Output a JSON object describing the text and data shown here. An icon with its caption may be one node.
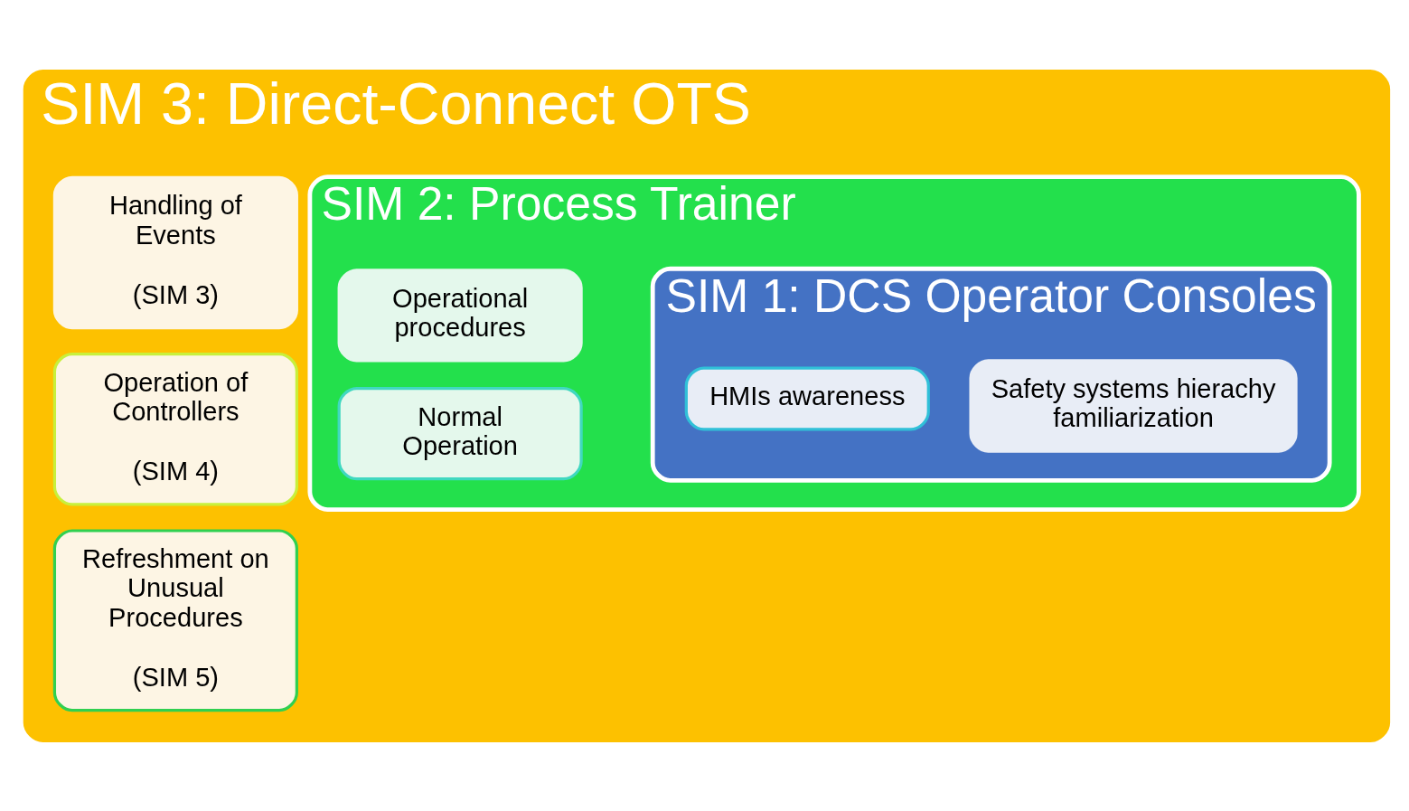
{
  "diagram": {
    "nodes": [
      {
        "text": [
          "SIM 3: Direct-Connect OTS"
        ]
      },
      {
        "text": [
          "Handling of Events",
          "(SIM 3)"
        ],
        "in": 0
      },
      {
        "text": [
          "Operation of Controllers",
          "(SIM 4)"
        ],
        "in": 0
      },
      {
        "text": [
          "Refreshment on Unusual Procedures",
          "(SIM 5)"
        ],
        "in": 0
      },
      {
        "text": [
          "SIM 2: Process Trainer"
        ],
        "in": 0
      },
      {
        "text": [
          "Operational procedures"
        ],
        "in": 4
      },
      {
        "text": [
          "Normal Operation"
        ],
        "in": 4
      },
      {
        "text": [
          "SIM 1: DCS Operator Consoles"
        ],
        "in": 4
      },
      {
        "text": [
          "HMIs awareness"
        ],
        "in": 7
      },
      {
        "text": [
          "Safety systems hierachy familiarization"
        ],
        "in": 7
      }
    ]
  }
}
